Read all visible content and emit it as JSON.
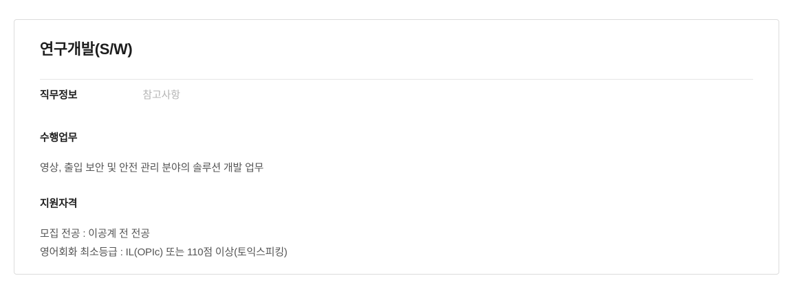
{
  "job_detail": {
    "title": "연구개발(S/W)",
    "tabs": [
      {
        "label": "직무정보",
        "active": true
      },
      {
        "label": "참고사항",
        "active": false
      }
    ],
    "sections": [
      {
        "heading": "수행업무",
        "lines": [
          "영상, 출입 보안 및 안전 관리 분야의 솔루션 개발 업무"
        ]
      },
      {
        "heading": "지원자격",
        "lines": [
          "모집 전공 : 이공계 전 전공",
          "영어회화 최소등급 : IL(OPIc) 또는 110점 이상(토익스피킹)"
        ]
      }
    ],
    "colors": {
      "text_primary": "#1c1c1c",
      "text_body": "#555555",
      "tab_inactive": "#b5b5b5",
      "panel_border": "#dcdcdc",
      "divider": "#e6e6e6"
    }
  }
}
